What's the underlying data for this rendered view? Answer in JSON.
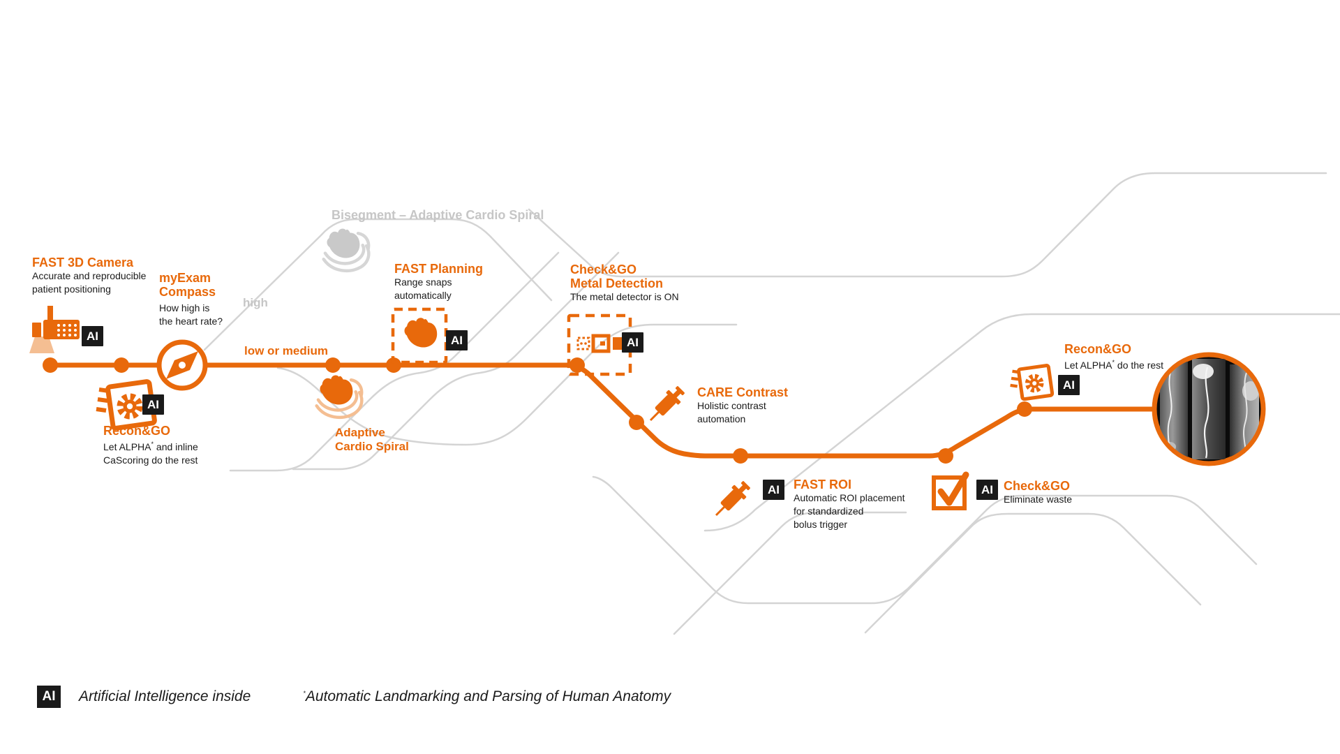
{
  "colors": {
    "orange": "#E8690B",
    "orange_light": "#F4BE92",
    "gray_line": "#D4D4D4",
    "gray_text": "#C6C6C6",
    "text": "#1A1A1A",
    "badge_bg": "#1A1A1A"
  },
  "ai_badge": "AI",
  "labels": {
    "high": "high",
    "low_or_medium": "low or medium",
    "bisegment": "Bisegment – Adaptive Cardio Spiral",
    "adaptive_line1": "Adaptive",
    "adaptive_line2": "Cardio Spiral"
  },
  "nodes": {
    "fast3d": {
      "title": "FAST 3D Camera",
      "desc1": "Accurate and reproducible",
      "desc2": "patient positioning"
    },
    "myexam": {
      "title1": "myExam",
      "title2": "Compass",
      "desc1": "How high is",
      "desc2": "the heart rate?"
    },
    "recon_left": {
      "title": "Recon&GO",
      "desc_prefix": "Let ALPHA",
      "star": "*",
      "desc_suffix": " and inline",
      "desc2": "CaScoring do the rest"
    },
    "fast_planning": {
      "title": "FAST Planning",
      "desc1": "Range snaps",
      "desc2": "automatically"
    },
    "checkgo_metal": {
      "title1": "Check&GO",
      "title2": "Metal Detection",
      "desc": "The metal detector is ON"
    },
    "care_contrast": {
      "title": "CARE Contrast",
      "desc1": "Holistic contrast",
      "desc2": "automation"
    },
    "fast_roi": {
      "title": "FAST ROI",
      "desc1": "Automatic ROI placement",
      "desc2": "for standardized",
      "desc3": "bolus trigger"
    },
    "checkgo_waste": {
      "title": "Check&GO",
      "desc": "Eliminate waste"
    },
    "recon_right": {
      "title": "Recon&GO",
      "desc_prefix": "Let ALPHA",
      "star": "*",
      "desc_suffix": " do the rest"
    }
  },
  "legend": {
    "ai": "AI",
    "text": "Artificial Intelligence inside",
    "star": "*",
    "footnote": "Automatic Landmarking and Parsing of Human Anatomy"
  }
}
